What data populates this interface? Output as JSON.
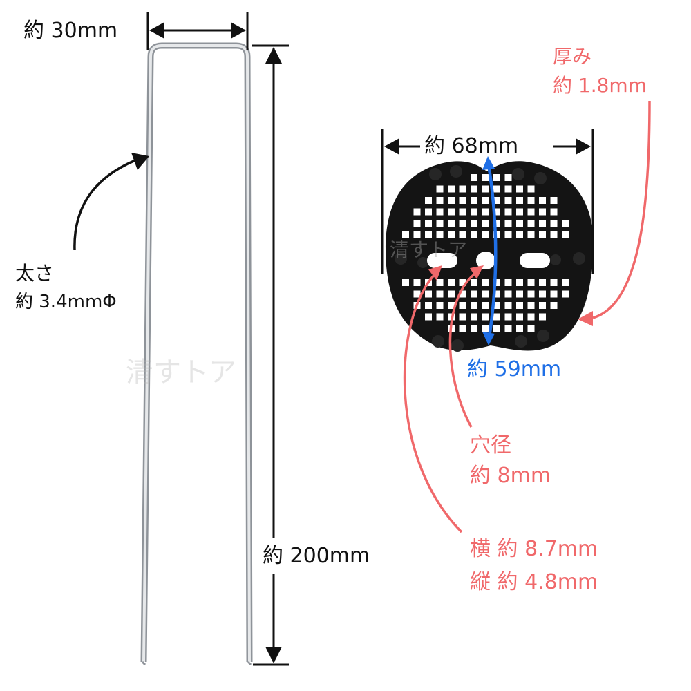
{
  "watermark": "清すトア",
  "colors": {
    "black": "#111111",
    "red": "#f0686a",
    "blue": "#1f6fe6",
    "pin": "#c9ccd0"
  },
  "pin": {
    "width_label": "約 30mm",
    "length_label": "約 200mm",
    "thickness_title": "太さ",
    "thickness_value": "約 3.4mmΦ"
  },
  "washer": {
    "diameter_label": "約 68mm",
    "height_label": "約 59mm",
    "thickness_title": "厚み",
    "thickness_value": "約 1.8mm",
    "hole_title": "穴径",
    "hole_value": "約 8mm",
    "slot_width": "横 約 8.7mm",
    "slot_height": "縦 約 4.8mm"
  }
}
